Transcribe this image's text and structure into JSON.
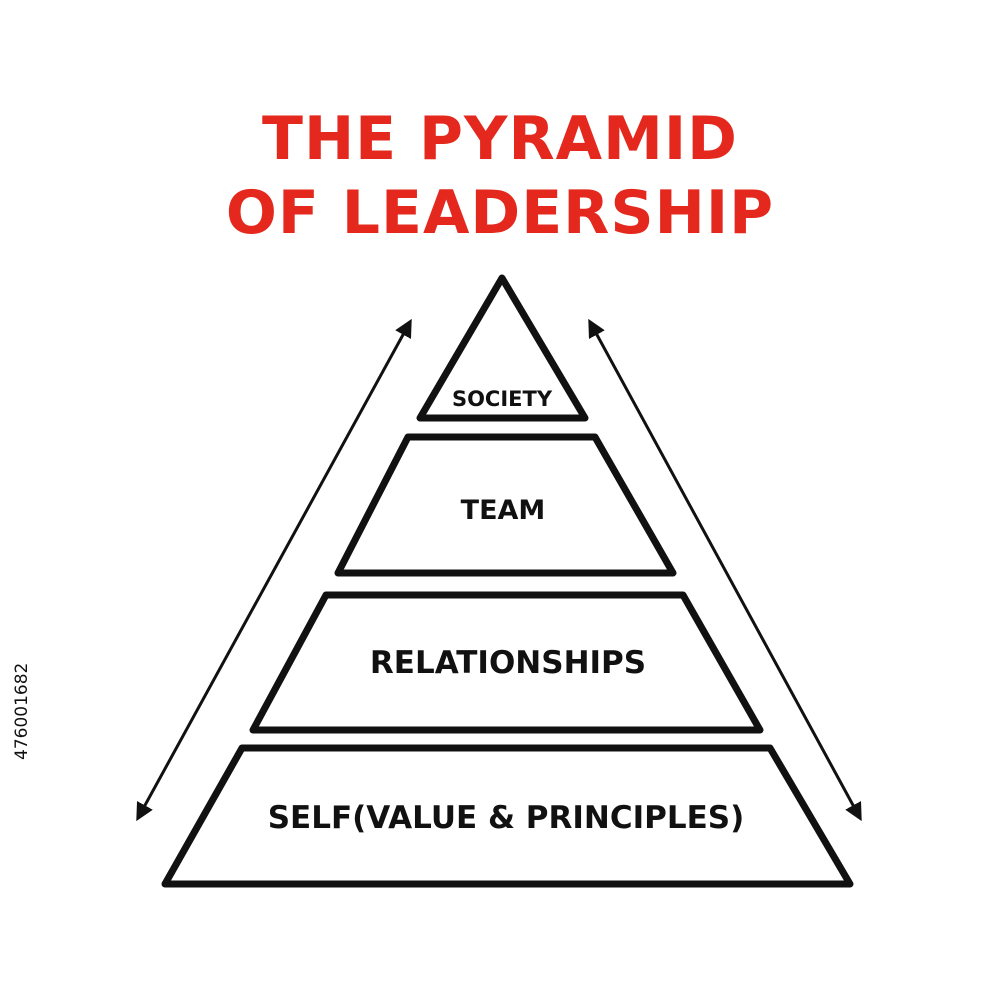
{
  "title": {
    "line1": "THE PYRAMID",
    "line2": "OF LEADERSHIP"
  },
  "pyramid": {
    "levels": [
      {
        "label": "SOCIETY"
      },
      {
        "label": "TEAM"
      },
      {
        "label": "RELATIONSHIPS"
      },
      {
        "label": "SELF(VALUE & PRINCIPLES)"
      }
    ]
  },
  "side_id": "476001682",
  "colors": {
    "title": "#e5281e",
    "ink": "#111111",
    "background": "#ffffff"
  }
}
